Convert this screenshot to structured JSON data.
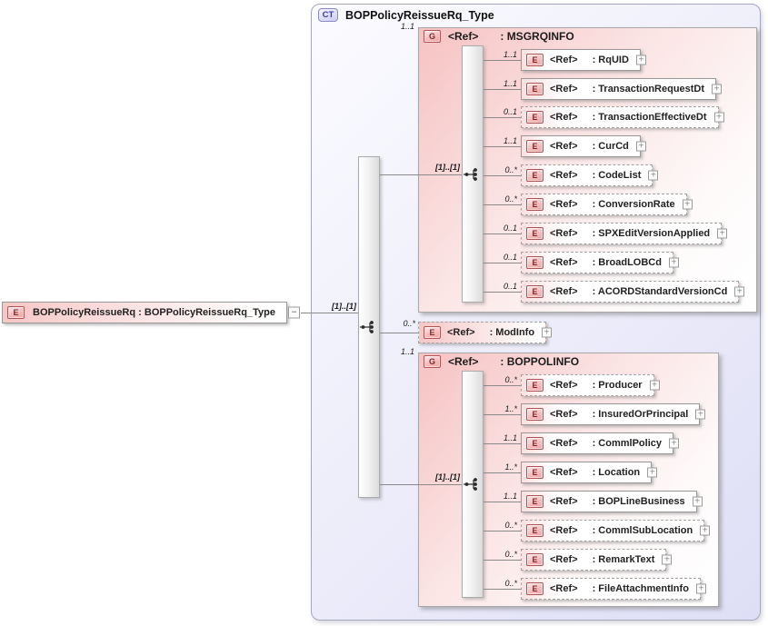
{
  "complex_type": {
    "badge": "CT",
    "title": "BOPPolicyReissueRq_Type"
  },
  "root_element": {
    "badge": "E",
    "label": "BOPPolicyReissueRq : BOPPolicyReissueRq_Type"
  },
  "icons": {
    "expand": "+",
    "collapse": "−"
  },
  "compositor": {
    "occurrence": "[1]..[1]"
  },
  "groups": [
    {
      "badge": "G",
      "ref": "<Ref>",
      "name": ": MSGRQINFO",
      "occurrence": "1..1",
      "compositor_occurrence": "[1]..[1]",
      "elements": [
        {
          "badge": "E",
          "ref": "<Ref>",
          "name": ": RqUID",
          "occurrence": "1..1"
        },
        {
          "badge": "E",
          "ref": "<Ref>",
          "name": ": TransactionRequestDt",
          "occurrence": "1..1"
        },
        {
          "badge": "E",
          "ref": "<Ref>",
          "name": ": TransactionEffectiveDt",
          "occurrence": "0..1"
        },
        {
          "badge": "E",
          "ref": "<Ref>",
          "name": ": CurCd",
          "occurrence": "1..1"
        },
        {
          "badge": "E",
          "ref": "<Ref>",
          "name": ": CodeList",
          "occurrence": "0..*"
        },
        {
          "badge": "E",
          "ref": "<Ref>",
          "name": ": ConversionRate",
          "occurrence": "0..*"
        },
        {
          "badge": "E",
          "ref": "<Ref>",
          "name": ": SPXEditVersionApplied",
          "occurrence": "0..1"
        },
        {
          "badge": "E",
          "ref": "<Ref>",
          "name": ": BroadLOBCd",
          "occurrence": "0..1"
        },
        {
          "badge": "E",
          "ref": "<Ref>",
          "name": ": ACORDStandardVersionCd",
          "occurrence": "0..1"
        }
      ]
    },
    {
      "badge": "G",
      "ref": "<Ref>",
      "name": ": BOPPOLINFO",
      "occurrence": "1..1",
      "compositor_occurrence": "[1]..[1]",
      "elements": [
        {
          "badge": "E",
          "ref": "<Ref>",
          "name": ": Producer",
          "occurrence": "0..*"
        },
        {
          "badge": "E",
          "ref": "<Ref>",
          "name": ": InsuredOrPrincipal",
          "occurrence": "1..*"
        },
        {
          "badge": "E",
          "ref": "<Ref>",
          "name": ": CommlPolicy",
          "occurrence": "1..1"
        },
        {
          "badge": "E",
          "ref": "<Ref>",
          "name": ": Location",
          "occurrence": "1..*"
        },
        {
          "badge": "E",
          "ref": "<Ref>",
          "name": ": BOPLineBusiness",
          "occurrence": "1..1"
        },
        {
          "badge": "E",
          "ref": "<Ref>",
          "name": ": CommlSubLocation",
          "occurrence": "0..*"
        },
        {
          "badge": "E",
          "ref": "<Ref>",
          "name": ": RemarkText",
          "occurrence": "0..*"
        },
        {
          "badge": "E",
          "ref": "<Ref>",
          "name": ": FileAttachmentInfo",
          "occurrence": "0..*"
        }
      ]
    }
  ],
  "standalone_elements": [
    {
      "badge": "E",
      "ref": "<Ref>",
      "name": ": ModInfo",
      "occurrence": "0..*"
    }
  ]
}
